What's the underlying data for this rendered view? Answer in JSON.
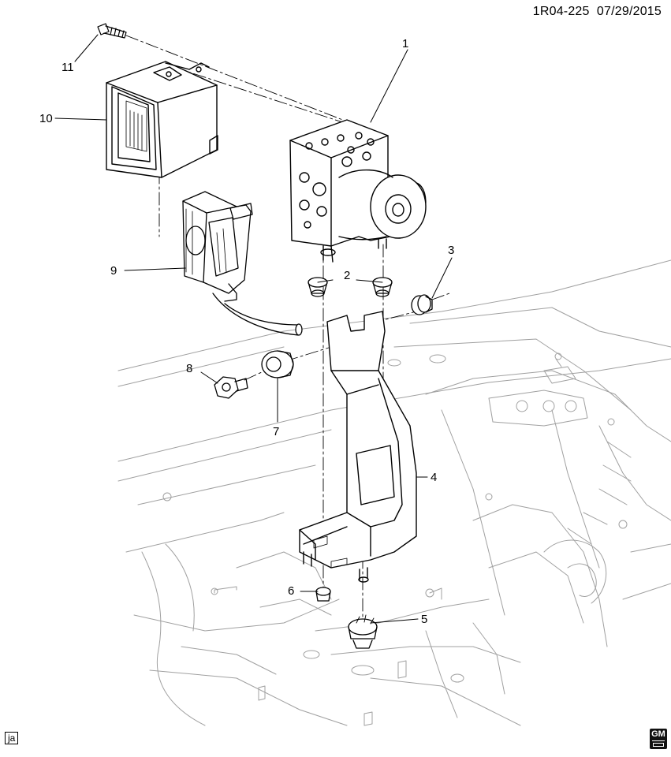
{
  "header": {
    "diagram_code": "1R04-225",
    "date": "07/29/2015"
  },
  "callouts": [
    {
      "ref": "1"
    },
    {
      "ref": "2"
    },
    {
      "ref": "3"
    },
    {
      "ref": "4"
    },
    {
      "ref": "5"
    },
    {
      "ref": "6"
    },
    {
      "ref": "7"
    },
    {
      "ref": "8"
    },
    {
      "ref": "9"
    },
    {
      "ref": "10"
    },
    {
      "ref": "11"
    }
  ],
  "footer": {
    "artist_code": "ja",
    "brand_logo": "GM"
  },
  "colors": {
    "line": "#000000",
    "background": "#ffffff",
    "faint_line": "#9a9a9a"
  },
  "icons": [
    "gm-logo-icon"
  ]
}
